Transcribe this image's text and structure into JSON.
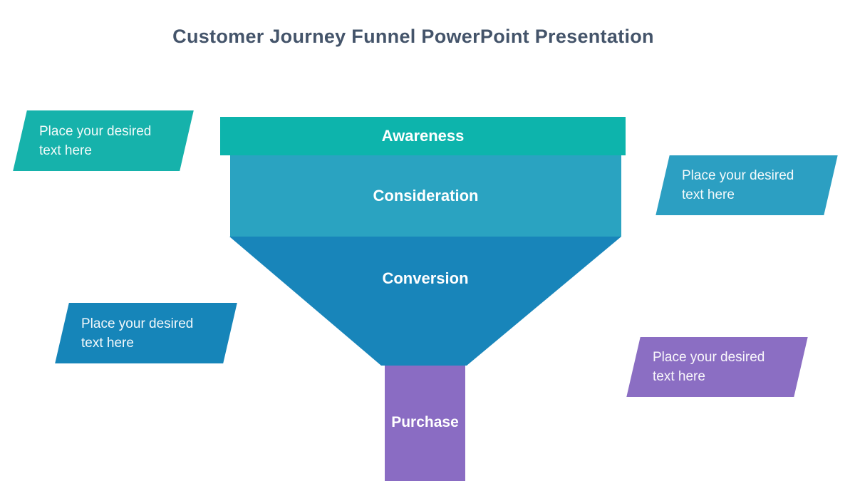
{
  "slide": {
    "title": "Customer Journey Funnel PowerPoint Presentation",
    "title_color": "#44546a",
    "background_color": "#ffffff"
  },
  "funnel": {
    "label_color": "#ffffff",
    "stages": [
      {
        "id": "awareness",
        "label": "Awareness",
        "color": "#0db4ac"
      },
      {
        "id": "consideration",
        "label": "Consideration",
        "color": "#2aa3c1"
      },
      {
        "id": "conversion",
        "label": "Conversion",
        "color": "#1885ba"
      },
      {
        "id": "purchase",
        "label": "Purchase",
        "color": "#8a6cc3"
      }
    ]
  },
  "tags": {
    "text_color": "#ffffff",
    "items": [
      {
        "position": "top-left",
        "line1": "Place your desired",
        "line2": "text here",
        "color": "#16b2ab"
      },
      {
        "position": "middle-right",
        "line1": "Place your desired",
        "line2": "text here",
        "color": "#2c9fc2"
      },
      {
        "position": "bottom-left",
        "line1": "Place your desired",
        "line2": "text here",
        "color": "#1685b9"
      },
      {
        "position": "bottom-right",
        "line1": "Place your desired",
        "line2": "text here",
        "color": "#8b6ec3"
      }
    ]
  }
}
